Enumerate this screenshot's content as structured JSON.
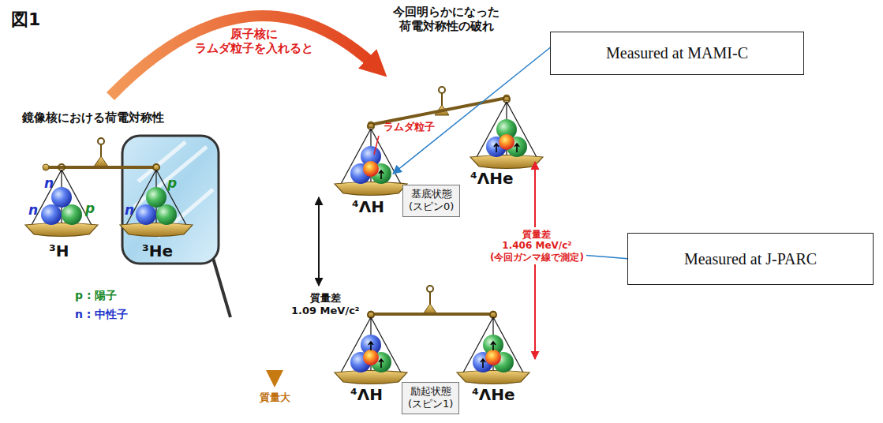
{
  "diagram": {
    "nodes": [
      {
        "text": [
          "Measured at MAMI-C"
        ]
      },
      {
        "text": [
          "基底状態 (スピン0)"
        ]
      },
      {
        "text": [
          "Measured at J-PARC"
        ]
      },
      {
        "text": [
          "励起状態 (スピン1)"
        ]
      }
    ],
    "labels": [
      "図1",
      "原子核に ラムダ粒子を入れると",
      "鏡像核における荷電対称性",
      "n",
      "n",
      "p",
      "³H",
      "n",
      "p",
      "³He",
      "p : 陽子",
      "n : 中性子",
      "質量大",
      "今回明らかになった 荷電対称性の破れ",
      "ラムダ粒子",
      "⁴ΛH",
      "⁴ΛHe",
      "質量差 1.09 MeV/c²",
      "質量差 1.406 MeV/c² (今回ガンマ線で測定)",
      "⁴ΛH",
      "⁴ΛHe"
    ]
  }
}
